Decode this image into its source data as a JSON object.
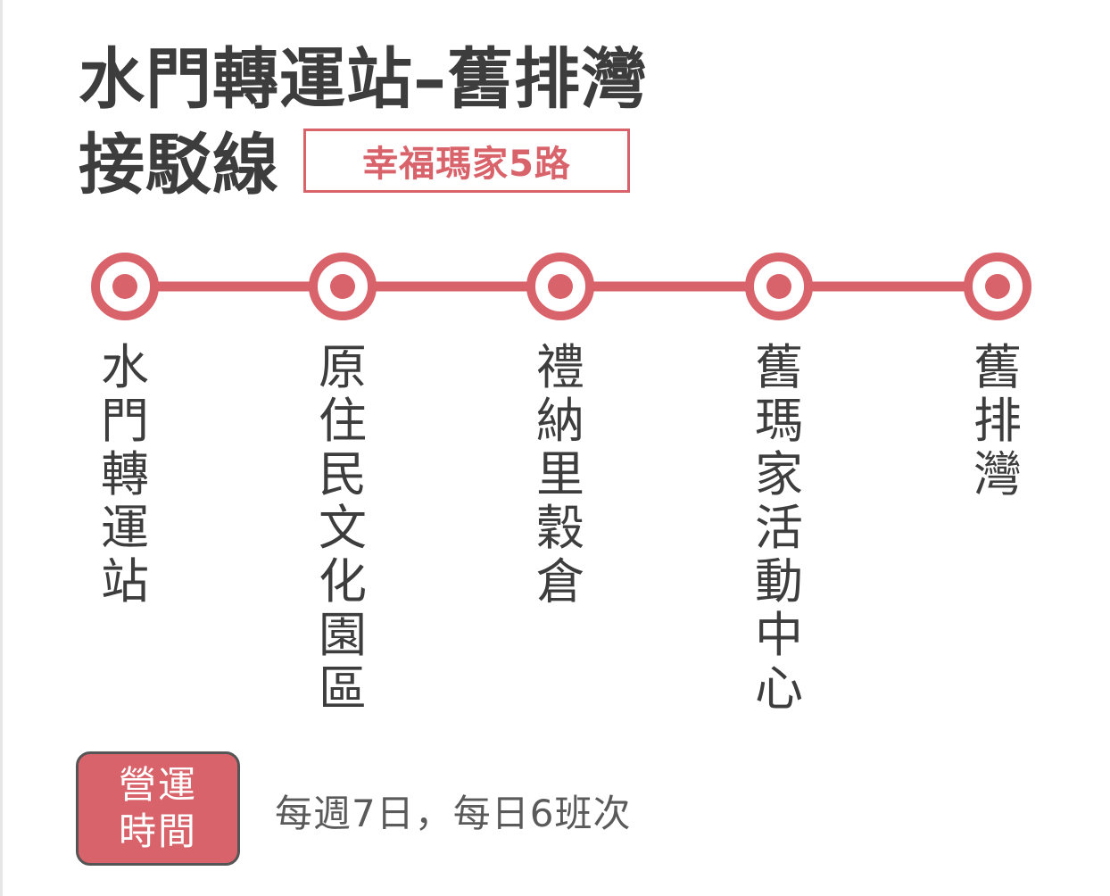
{
  "title": {
    "line1": "水門轉運站–舊排灣",
    "line2": "接駁線"
  },
  "route_badge": "幸福瑪家5路",
  "stations": [
    {
      "name": "水門轉運站"
    },
    {
      "name": "原住民文化園區"
    },
    {
      "name": "禮納里穀倉"
    },
    {
      "name": "舊瑪家活動中心"
    },
    {
      "name": "舊排灣"
    }
  ],
  "service": {
    "label": "營運時間",
    "schedule": "每週7日，每日6班次"
  },
  "colors": {
    "accent": "#d9636b",
    "text": "#3d3d3d",
    "muted_text": "#5a5a5a"
  }
}
